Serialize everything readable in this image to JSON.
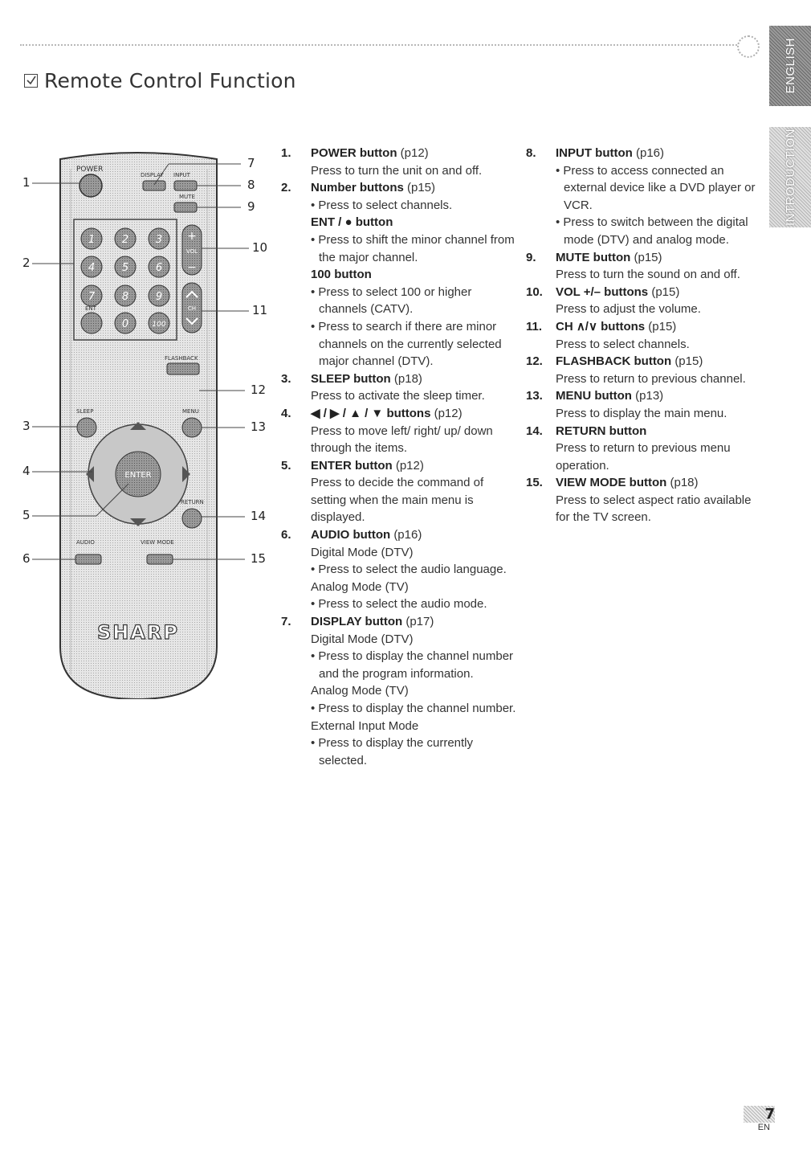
{
  "header": {
    "title": "Remote Control Function"
  },
  "side_tabs": {
    "english": "ENGLISH",
    "introduction": "INTRODUCTION"
  },
  "remote": {
    "buttons": {
      "power": "POWER",
      "display": "DISPLAY",
      "input": "INPUT",
      "mute": "MUTE",
      "digits": [
        "1",
        "2",
        "3",
        "4",
        "5",
        "6",
        "7",
        "8",
        "9"
      ],
      "ent": "ENT",
      "zero": "0",
      "hundred": "100",
      "vol": "VOL",
      "ch": "CH",
      "flashback": "FLASHBACK",
      "sleep": "SLEEP",
      "menu": "MENU",
      "enter": "ENTER",
      "return": "RETURN",
      "audio": "AUDIO",
      "view_mode": "VIEW MODE",
      "brand": "SHARP"
    },
    "callouts": [
      "1",
      "2",
      "3",
      "4",
      "5",
      "6",
      "7",
      "8",
      "9",
      "10",
      "11",
      "12",
      "13",
      "14",
      "15"
    ]
  },
  "functions": {
    "col1": [
      {
        "num": "1.",
        "title": "POWER button",
        "page": "(p12)",
        "lines": [
          "Press to turn the unit on and off."
        ]
      },
      {
        "num": "2.",
        "title": "Number buttons",
        "page": "(p15)",
        "lines": [
          "• Press to select channels."
        ]
      },
      {
        "num": "",
        "title": "ENT / ● button",
        "page": "",
        "lines": [
          "• Press to shift the minor channel from the major channel."
        ]
      },
      {
        "num": "",
        "title": "100 button",
        "page": "",
        "lines": [
          "• Press to select 100 or higher channels (CATV).",
          "• Press to search if there are minor channels on the currently selected major channel (DTV)."
        ]
      },
      {
        "num": "3.",
        "title": "SLEEP button",
        "page": "(p18)",
        "lines": [
          "Press to activate the sleep timer."
        ]
      },
      {
        "num": "4.",
        "title": "◀ / ▶ / ▲ / ▼ buttons",
        "page": "(p12)",
        "lines": [
          "Press to move left/ right/ up/ down through the items."
        ]
      },
      {
        "num": "5.",
        "title": "ENTER button",
        "page": "(p12)",
        "lines": [
          "Press to decide the command of setting when the main menu is displayed."
        ]
      },
      {
        "num": "6.",
        "title": "AUDIO button",
        "page": "(p16)",
        "modes": [
          {
            "mode": "Digital Mode (DTV)",
            "lines": [
              "• Press to select the audio language."
            ]
          },
          {
            "mode": "Analog Mode (TV)",
            "lines": [
              "• Press to select the audio mode."
            ]
          }
        ]
      },
      {
        "num": "7.",
        "title": "DISPLAY button",
        "page": "(p17)",
        "modes": [
          {
            "mode": "Digital Mode (DTV)",
            "lines": [
              "• Press to display the channel number and the program information."
            ]
          },
          {
            "mode": "Analog Mode (TV)",
            "lines": [
              "• Press to display the channel number."
            ]
          },
          {
            "mode": "External Input Mode",
            "lines": [
              "• Press to display the currently selected."
            ]
          }
        ]
      }
    ],
    "col2": [
      {
        "num": "8.",
        "title": "INPUT button",
        "page": "(p16)",
        "lines": [
          "• Press to access connected an external device like a DVD player or VCR.",
          "• Press to switch between the digital mode (DTV) and analog mode."
        ]
      },
      {
        "num": "9.",
        "title": "MUTE button",
        "page": "(p15)",
        "lines": [
          "Press to turn the sound on and off."
        ]
      },
      {
        "num": "10.",
        "title": "VOL +/– buttons",
        "page": "(p15)",
        "lines": [
          "Press to adjust the volume."
        ]
      },
      {
        "num": "11.",
        "title": "CH ∧/∨ buttons",
        "page": "(p15)",
        "lines": [
          "Press to select channels."
        ]
      },
      {
        "num": "12.",
        "title": "FLASHBACK button",
        "page": "(p15)",
        "lines": [
          "Press to return to previous channel."
        ]
      },
      {
        "num": "13.",
        "title": "MENU button",
        "page": "(p13)",
        "lines": [
          "Press to display the main menu."
        ]
      },
      {
        "num": "14.",
        "title": "RETURN button",
        "page": "",
        "lines": [
          "Press to return to previous menu operation."
        ]
      },
      {
        "num": "15.",
        "title": "VIEW MODE button",
        "page": "(p18)",
        "lines": [
          "Press to select aspect ratio available for the TV screen."
        ]
      }
    ]
  },
  "footer": {
    "page_number": "7",
    "language": "EN"
  },
  "colors": {
    "text": "#222222",
    "rule": "#b8b8b8",
    "tab_dark": "#8a8a8a",
    "remote_body": "#d6d6d6"
  }
}
